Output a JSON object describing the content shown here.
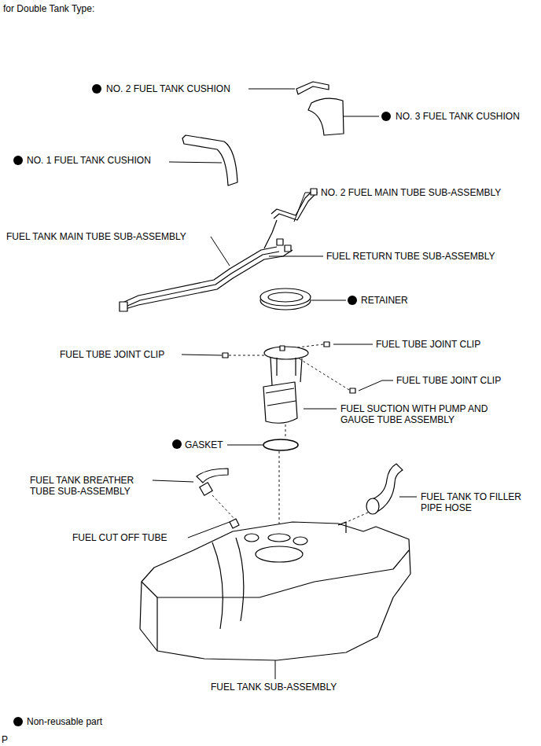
{
  "diagram": {
    "title": "for Double Tank Type:",
    "labels": [
      "NO. 2 FUEL TANK CUSHION",
      "NO. 3 FUEL TANK CUSHION",
      "NO. 1 FUEL TANK CUSHION",
      "NO. 2 FUEL MAIN TUBE SUB-ASSEMBLY",
      "FUEL TANK MAIN TUBE SUB-ASSEMBLY",
      "FUEL RETURN TUBE SUB-ASSEMBLY",
      "RETAINER",
      "FUEL TUBE JOINT CLIP",
      "FUEL TUBE JOINT CLIP",
      "FUEL TUBE JOINT CLIP",
      "FUEL SUCTION WITH PUMP AND GAUGE TUBE ASSEMBLY",
      "GASKET",
      "FUEL TANK BREATHER TUBE SUB-ASSEMBLY",
      "FUEL TANK TO FILLER PIPE HOSE",
      "FUEL CUT OFF TUBE",
      "FUEL TANK SUB-ASSEMBLY",
      "P"
    ],
    "legend": [
      {
        "text": "Non-reusable part"
      }
    ]
  }
}
